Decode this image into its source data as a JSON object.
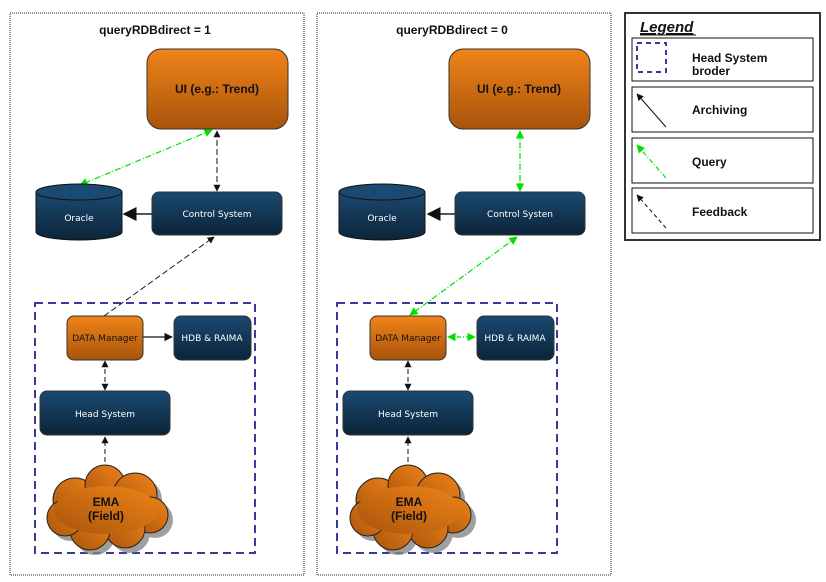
{
  "panels": [
    {
      "title": "queryRDBdirect = 1",
      "nodes": {
        "ui": "UI (e.g.: Trend)",
        "oracle": "Oracle",
        "control_system": "Control System",
        "data_manager": "DATA Manager",
        "hdb": "HDB & RAIMA",
        "head_system": "Head System",
        "ema_line1": "EMA",
        "ema_line2": "(Field)"
      },
      "links": [
        {
          "from": "ui",
          "to": "oracle",
          "type": "query",
          "bidirectional": true
        },
        {
          "from": "ui",
          "to": "control_system",
          "type": "feedback",
          "bidirectional": true
        },
        {
          "from": "control_system",
          "to": "oracle",
          "type": "archiving"
        },
        {
          "from": "data_manager",
          "to": "control_system",
          "type": "feedback"
        },
        {
          "from": "data_manager",
          "to": "hdb",
          "type": "archiving"
        },
        {
          "from": "data_manager",
          "to": "head_system",
          "type": "feedback",
          "bidirectional": true
        },
        {
          "from": "ema",
          "to": "head_system",
          "type": "feedback"
        }
      ]
    },
    {
      "title": "queryRDBdirect = 0",
      "nodes": {
        "ui": "UI (e.g.: Trend)",
        "oracle": "Oracle",
        "control_system": "Control Systen",
        "data_manager": "DATA Manager",
        "hdb": "HDB & RAIMA",
        "head_system": "Head System",
        "ema_line1": "EMA",
        "ema_line2": "(Field)"
      },
      "links": [
        {
          "from": "ui",
          "to": "control_system",
          "type": "query",
          "bidirectional": true
        },
        {
          "from": "control_system",
          "to": "oracle",
          "type": "archiving"
        },
        {
          "from": "control_system",
          "to": "data_manager",
          "type": "query",
          "bidirectional": true
        },
        {
          "from": "data_manager",
          "to": "hdb",
          "type": "query",
          "bidirectional": true
        },
        {
          "from": "data_manager",
          "to": "head_system",
          "type": "feedback",
          "bidirectional": true
        },
        {
          "from": "ema",
          "to": "head_system",
          "type": "feedback"
        }
      ]
    }
  ],
  "legend": {
    "title": "Legend",
    "items": [
      {
        "symbol": "head-system-border",
        "label_line1": "Head System",
        "label_line2": "broder"
      },
      {
        "symbol": "archiving-arrow",
        "label_line1": "Archiving"
      },
      {
        "symbol": "query-arrow",
        "label_line1": "Query"
      },
      {
        "symbol": "feedback-arrow",
        "label_line1": "Feedback"
      }
    ]
  },
  "colors": {
    "orange_top": "#f08418",
    "orange_bottom": "#a8540c",
    "navy_top": "#1a4a72",
    "navy_bottom": "#0c2438",
    "query_green": "#00e000",
    "border_blue": "#3a3a9a"
  }
}
